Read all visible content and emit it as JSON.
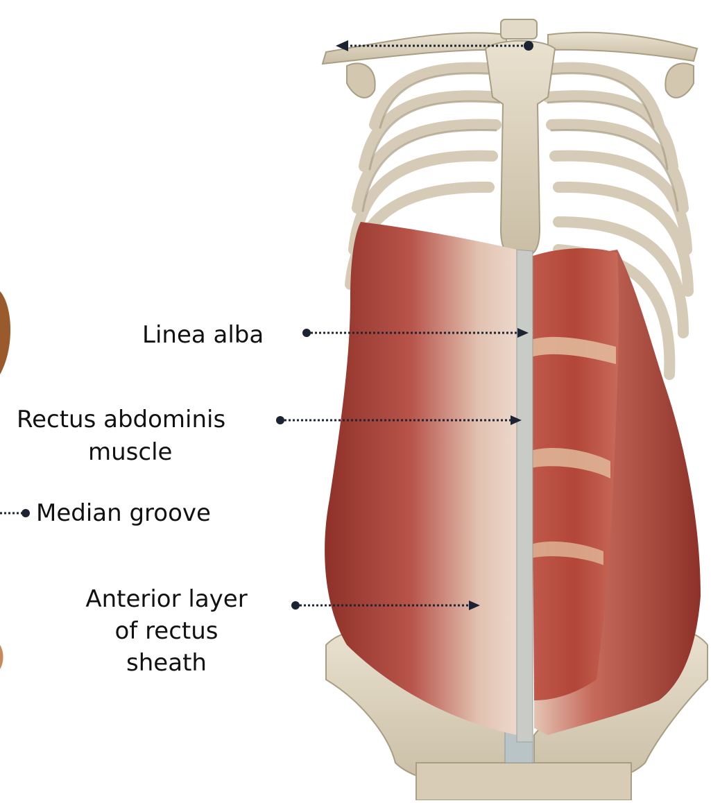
{
  "labels": {
    "linea_alba": "Linea alba",
    "rectus_line1": "Rectus abdominis",
    "rectus_line2": "muscle",
    "median_groove": "Median groove",
    "anterior_line1": "Anterior layer",
    "anterior_line2": "of rectus",
    "anterior_line3": "sheath"
  },
  "colors": {
    "bone": "#ddd3c0",
    "bone_shadow": "#a99d84",
    "muscle": "#b8544a",
    "muscle_dark": "#8e3128",
    "sheath": "#e7c7b4",
    "linea": "#c9cbc6",
    "pointer": "#1c2433",
    "skin": "#9b5a2b"
  }
}
